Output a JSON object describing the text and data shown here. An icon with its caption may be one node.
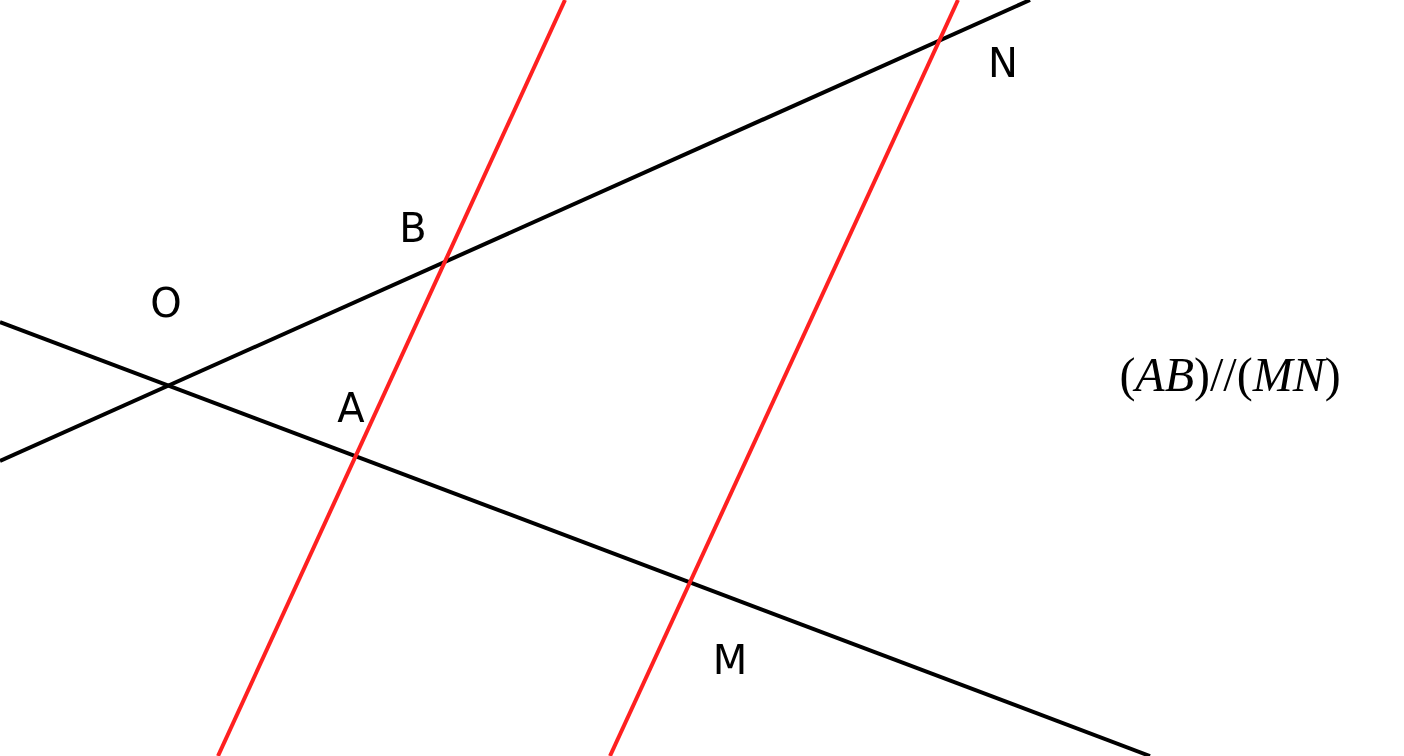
{
  "diagram": {
    "labels": [
      "N",
      "B",
      "O",
      "(*AB*)//(*MN*)",
      "A",
      "M"
    ]
  }
}
